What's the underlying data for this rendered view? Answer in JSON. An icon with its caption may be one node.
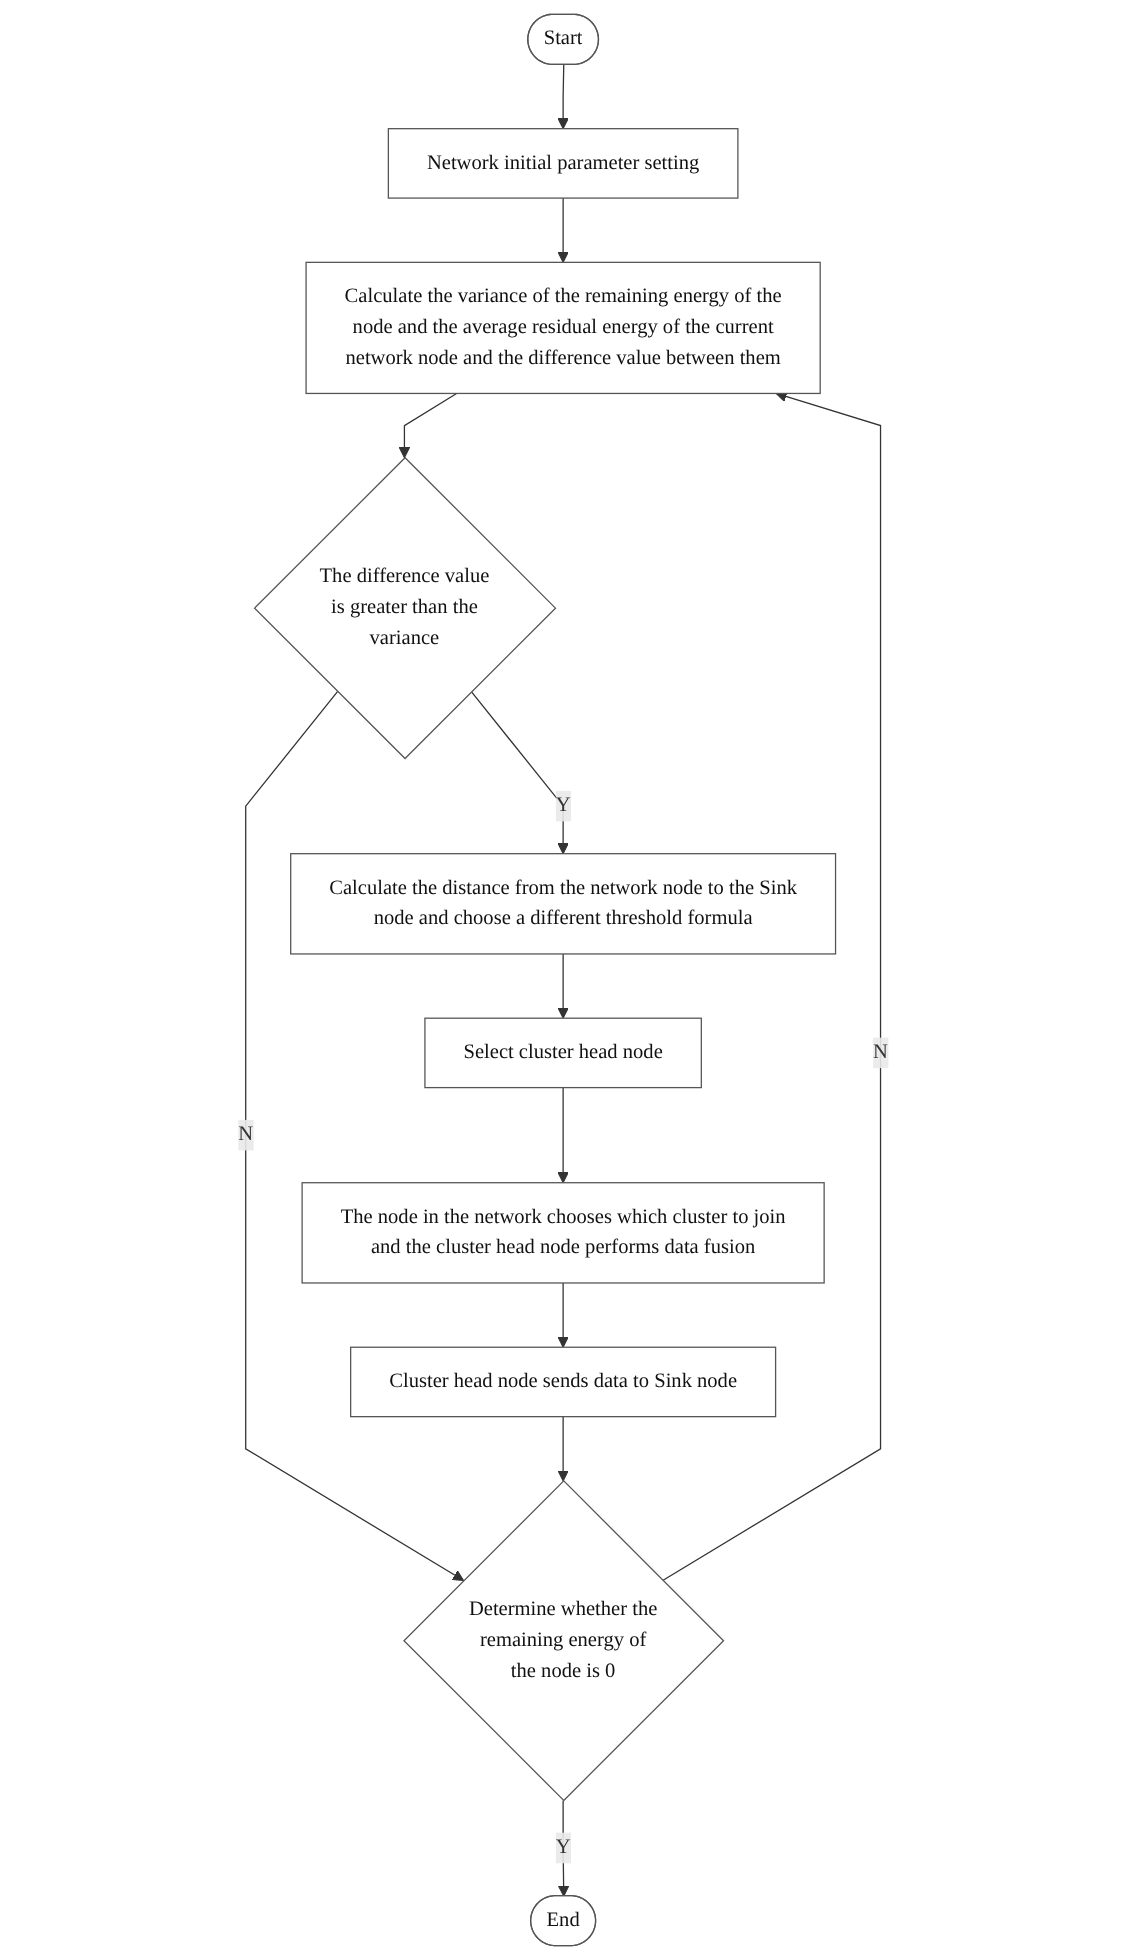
{
  "diagram": {
    "nodes": [
      {
        "text": [
          "Start"
        ]
      },
      {
        "text": [
          "Network initial parameter setting"
        ]
      },
      {
        "text": [
          "Calculate the variance of the remaining energy of the node and the average residual energy of the current network node and the difference value between them"
        ]
      },
      {
        "text": [
          "The difference value is greater than the variance"
        ]
      },
      {
        "text": [
          "Calculate the distance from the network node to the Sink node and choose a different threshold formula"
        ]
      },
      {
        "text": [
          "Select cluster head node"
        ]
      },
      {
        "text": [
          "The node in the network chooses which cluster to join and the cluster head node performs data fusion"
        ]
      },
      {
        "text": [
          "Cluster head node sends data to Sink node"
        ]
      },
      {
        "text": [
          "Determine whether the remaining energy of the node is 0"
        ]
      },
      {
        "text": [
          "End"
        ]
      }
    ],
    "edges": [
      {
        "from": 0,
        "to": 1,
        "arrow": "to"
      },
      {
        "from": 1,
        "to": 2,
        "arrow": "to"
      },
      {
        "from": 2,
        "to": 3,
        "arrow": "to"
      },
      {
        "from": 3,
        "to": 4,
        "arrow": "to",
        "label": "Y"
      },
      {
        "from": 3,
        "to": 8,
        "arrow": "to",
        "label": "N"
      },
      {
        "from": 4,
        "to": 5,
        "arrow": "to"
      },
      {
        "from": 5,
        "to": 6,
        "arrow": "to"
      },
      {
        "from": 6,
        "to": 7,
        "arrow": "to"
      },
      {
        "from": 7,
        "to": 8,
        "arrow": "to"
      },
      {
        "from": 8,
        "to": 2,
        "arrow": "to",
        "label": "N"
      },
      {
        "from": 8,
        "to": 9,
        "arrow": "to",
        "label": "Y"
      }
    ]
  }
}
